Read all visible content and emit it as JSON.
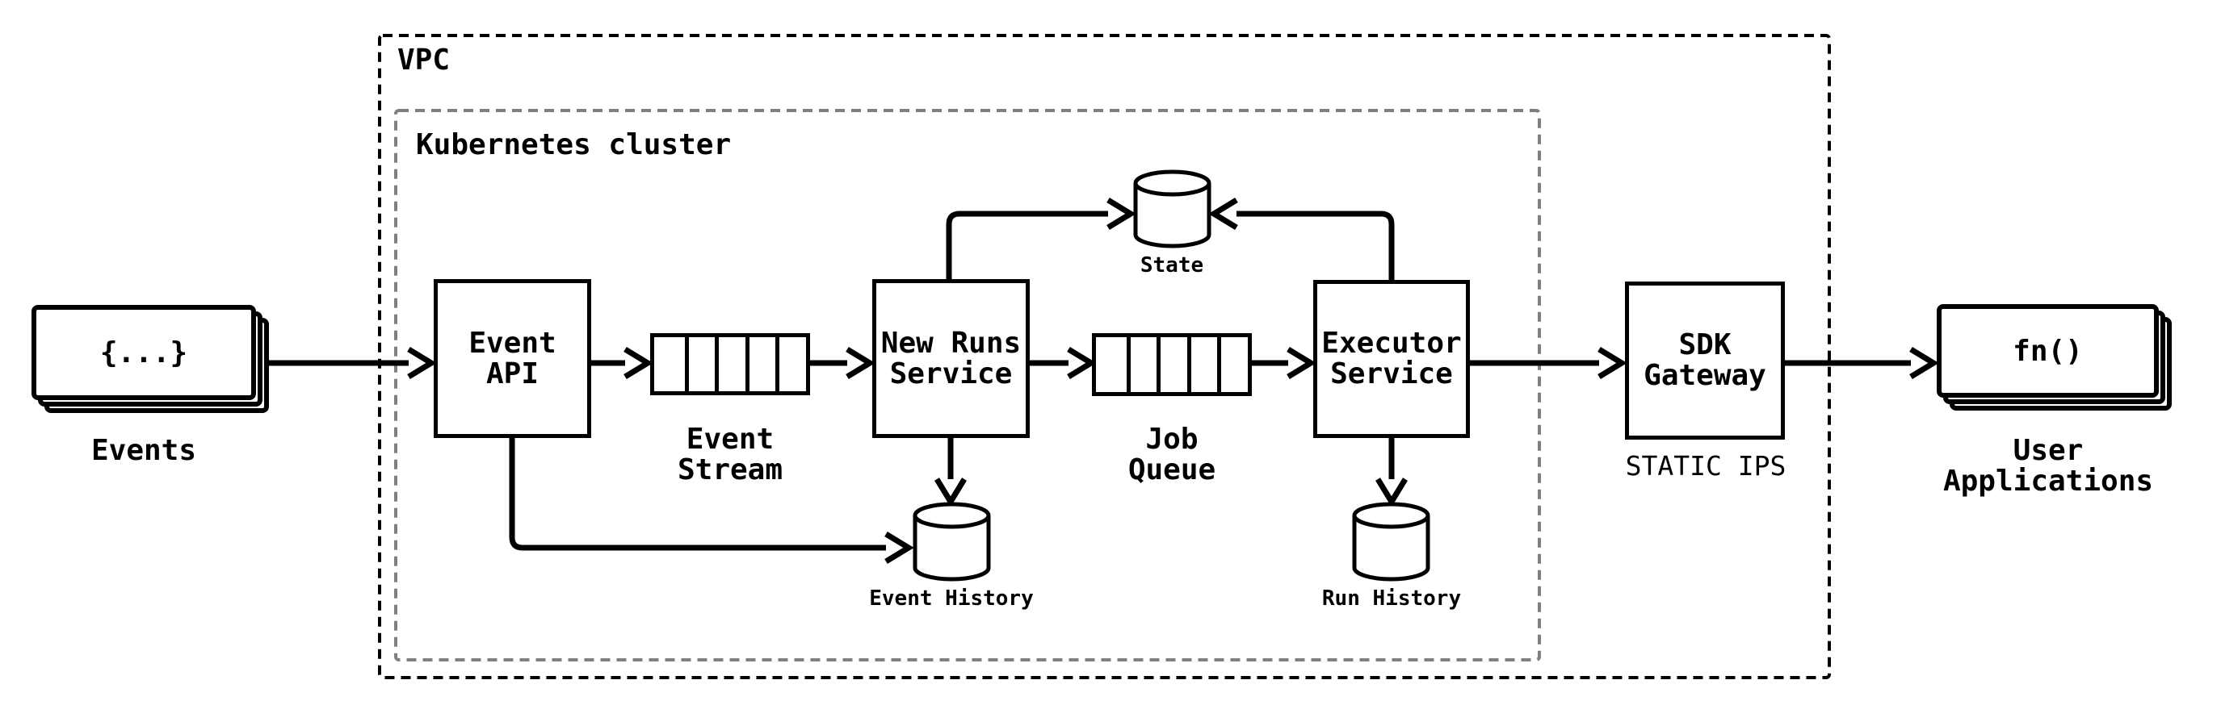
{
  "colors": {
    "background": "#ffffff",
    "line": "#000000",
    "cluster_border": "#7f7f7f"
  },
  "containers": {
    "vpc": {
      "label": "VPC"
    },
    "kubernetes": {
      "label": "Kubernetes cluster"
    }
  },
  "nodes": {
    "events": {
      "card_text": "{...}",
      "label": "Events"
    },
    "event_api": {
      "label": "Event\nAPI"
    },
    "event_stream": {
      "label": "Event\nStream",
      "cells": 5
    },
    "new_runs_service": {
      "label": "New Runs\nService"
    },
    "state": {
      "label": "State"
    },
    "job_queue": {
      "label": "Job\nQueue",
      "cells": 5
    },
    "executor_service": {
      "label": "Executor\nService"
    },
    "event_history": {
      "label": "Event History"
    },
    "run_history": {
      "label": "Run History"
    },
    "sdk_gateway": {
      "label": "SDK\nGateway",
      "sublabel": "STATIC IPS"
    },
    "user_applications": {
      "card_text": "fn()",
      "label": "User\nApplications"
    }
  },
  "edges": [
    {
      "id": "events-to-event-api",
      "from": "Events",
      "to": "Event API"
    },
    {
      "id": "event-api-to-event-stream",
      "from": "Event API",
      "to": "Event Stream"
    },
    {
      "id": "event-stream-to-new-runs-service",
      "from": "Event Stream",
      "to": "New Runs Service"
    },
    {
      "id": "new-runs-service-to-job-queue",
      "from": "New Runs Service",
      "to": "Job Queue"
    },
    {
      "id": "job-queue-to-executor-service",
      "from": "Job Queue",
      "to": "Executor Service"
    },
    {
      "id": "executor-service-to-sdk-gateway",
      "from": "Executor Service",
      "to": "SDK Gateway"
    },
    {
      "id": "sdk-gateway-to-user-applications",
      "from": "SDK Gateway",
      "to": "User Applications"
    },
    {
      "id": "new-runs-service-to-state",
      "from": "New Runs Service",
      "to": "State"
    },
    {
      "id": "executor-service-to-state",
      "from": "Executor Service",
      "to": "State"
    },
    {
      "id": "new-runs-service-to-event-history",
      "from": "New Runs Service",
      "to": "Event History"
    },
    {
      "id": "event-api-to-event-history",
      "from": "Event API",
      "to": "Event History"
    },
    {
      "id": "executor-service-to-run-history",
      "from": "Executor Service",
      "to": "Run History"
    }
  ]
}
